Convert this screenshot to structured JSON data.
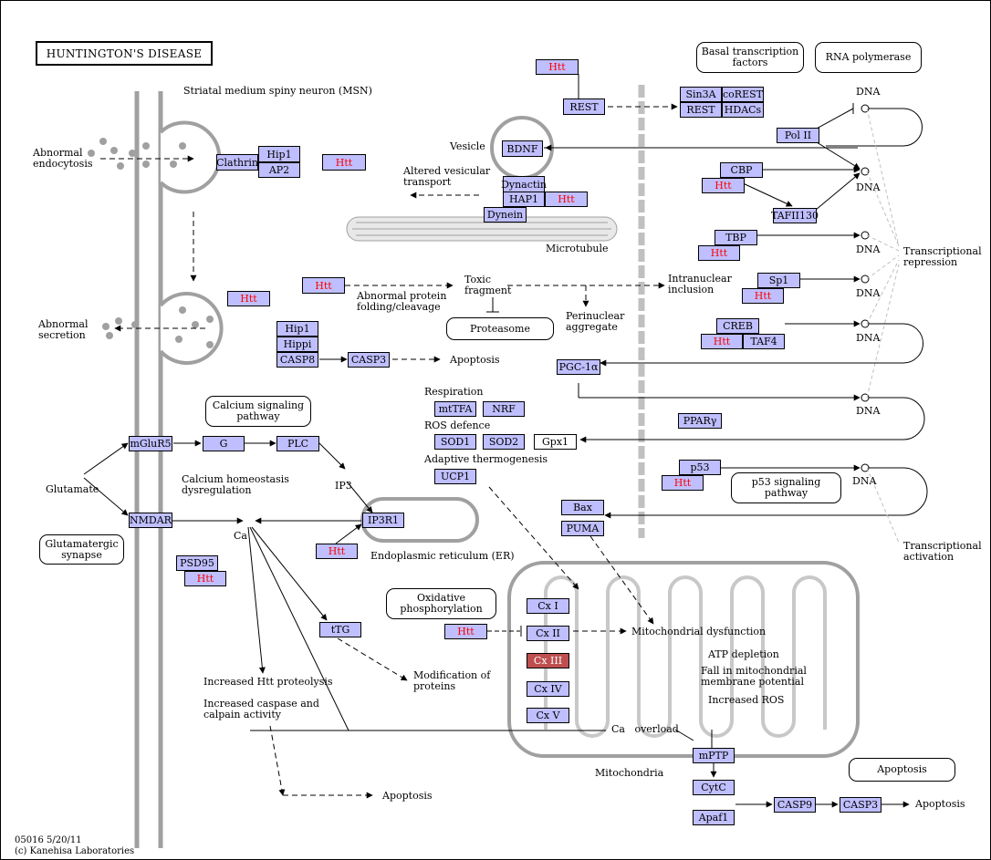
{
  "title": "HUNTINGTON'S DISEASE",
  "footer": {
    "code": "05016 5/20/11",
    "copyright": "(c) Kanehisa Laboratories"
  },
  "colors": {
    "gene": "#bfbfff",
    "mutant": "#bf4f4f",
    "htt_text": "#ff0000",
    "membrane": "#a0a0a0"
  },
  "labels": {
    "msn": "Striatal medium spiny neuron (MSN)",
    "abn_endo": "Abnormal\nendocytosis",
    "abn_secretion": "Abnormal\nsecretion",
    "vesicle": "Vesicle",
    "altered_transport": "Altered vesicular\ntransport",
    "microtubule": "Microtubule",
    "toxic": "Toxic\nfragment",
    "abn_fold": "Abnormal protein\nfolding/cleavage",
    "intranuclear": "Intranuclear\ninclusion",
    "perinuclear": "Perinuclear\naggregate",
    "apoptosis1": "Apoptosis",
    "respiration": "Respiration",
    "ros_defence": "ROS defence",
    "adaptive": "Adaptive thermogenesis",
    "glutamate": "Glutamate",
    "ca_homeo": "Calcium homeostasis\ndysregulation",
    "ip3": "IP3",
    "er": "Endoplasmic reticulum (ER)",
    "ca": "Ca",
    "ca_overload": "Ca   overload",
    "incr_htt": "Increased Htt proteolysis",
    "incr_caspase": "Increased caspase and\ncalpain activity",
    "apoptosis2": "Apoptosis",
    "mod_proteins": "Modification of\nproteins",
    "mito_dys": "Mitochondrial dysfunction",
    "atp": "ATP depletion",
    "fall": "Fall in mitochondrial\nmembrane potential",
    "incr_ros": "Increased ROS",
    "mitochondria": "Mitochondria",
    "apoptosis3": "Apoptosis",
    "trans_rep": "Transcriptional\nrepression",
    "trans_act": "Transcriptional\nactivation",
    "dna1": "DNA",
    "dna2": "DNA",
    "dna3": "DNA",
    "dna4": "DNA",
    "dna5": "DNA",
    "dna6": "DNA",
    "dna7": "DNA"
  },
  "rounded": {
    "basal": "Basal transcription\nfactors",
    "rnapol": "RNA polymerase",
    "proteasome": "Proteasome",
    "calcium": "Calcium signaling\npathway",
    "glutsyn": "Glutamatergic\nsynapse",
    "oxphos": "Oxidative\nphosphorylation",
    "p53sig": "p53 signaling\npathway",
    "apopt": "Apoptosis"
  },
  "nodes": {
    "clathrin": "Clathrin",
    "hip1_a": "Hip1",
    "ap2": "AP2",
    "htt1": "Htt",
    "htt_top": "Htt",
    "rest": "REST",
    "sin3a": "Sin3A",
    "corest": "coREST",
    "rest2": "REST",
    "hdacs": "HDACs",
    "pol2": "Pol II",
    "bdnf": "BDNF",
    "dynactin": "Dynactin",
    "hap1": "HAP1",
    "htt_hap": "Htt",
    "dynein": "Dynein",
    "cbp": "CBP",
    "htt_cbp": "Htt",
    "tafii130": "TAFII130",
    "tbp": "TBP",
    "htt_tbp": "Htt",
    "sp1": "Sp1",
    "htt_sp1": "Htt",
    "creb": "CREB",
    "htt_creb": "Htt",
    "taf4": "TAF4",
    "htt_toxic": "Htt",
    "htt_msn2": "Htt",
    "hip1_b": "Hip1",
    "hippi": "Hippi",
    "casp8": "CASP8",
    "casp3_a": "CASP3",
    "pgc1a": "PGC-1α",
    "pparg": "PPARγ",
    "mttfa": "mtTFA",
    "nrf": "NRF",
    "sod1": "SOD1",
    "sod2": "SOD2",
    "gpx1": "Gpx1",
    "ucp1": "UCP1",
    "mglur5": "mGluR5",
    "g": "G",
    "plc": "PLC",
    "ip3r1": "IP3R1",
    "htt_ip3": "Htt",
    "nmdar": "NMDAR",
    "psd95": "PSD95",
    "htt_psd": "Htt",
    "p53": "p53",
    "htt_p53": "Htt",
    "bax": "Bax",
    "puma": "PUMA",
    "ttg": "tTG",
    "htt_cx": "Htt",
    "cx1": "Cx I",
    "cx2": "Cx II",
    "cx3": "Cx III",
    "cx4": "Cx IV",
    "cx5": "Cx V",
    "mptp": "mPTP",
    "cytc": "CytC",
    "apaf1": "Apaf1",
    "casp9": "CASP9",
    "casp3_b": "CASP3"
  }
}
